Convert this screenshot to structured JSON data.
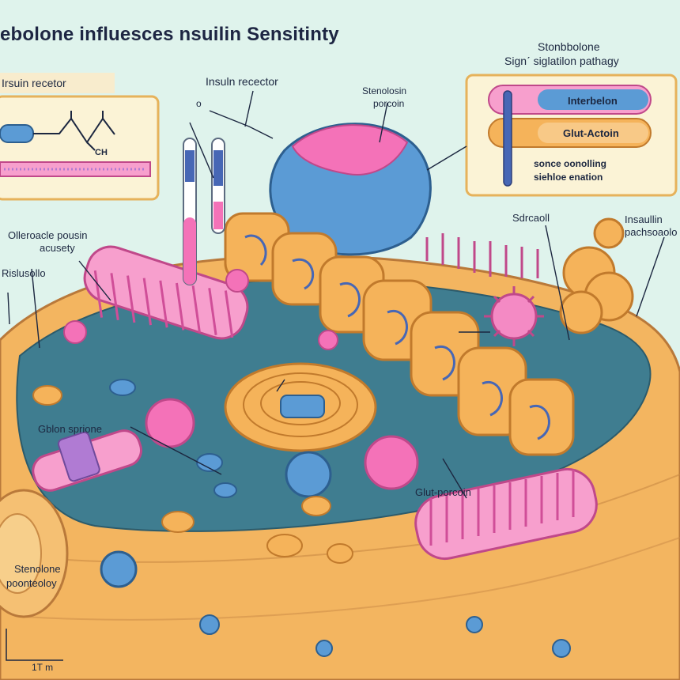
{
  "title": "ebolone influesces nsuilin Sensitinty",
  "left_panel": {
    "header": "Irsuin recetor",
    "molecule_atom": "CH"
  },
  "right_panel": {
    "heading_line1": "Stonbbolone",
    "heading_line2": "Signˊ siglatilon pathagy",
    "pill1": "Interbelon",
    "pill2": "Glut-Actoin",
    "caption_line1": "sonce oonolling",
    "caption_line2": "siehloe enation"
  },
  "labels": {
    "insulin_receptor": "Insuln recector",
    "zero_mark": "o",
    "stenolosin_line1": "Stenolosin",
    "stenolosin_line2": "porcoin",
    "olleroacle_line1": "Olleroacle pousin",
    "olleroacle_line2": "acusety",
    "rislusollo": "Rislusollo",
    "sdrcaoll": "Sdrcaoll",
    "insaulting_line1": "Insaullin",
    "insaulting_line2": "pachsoaolo",
    "gblon_sprione": "Gblon sprione",
    "glut_porcoin": "Glut-porcoin",
    "stenolone_line1": "Stenolone",
    "stenolone_line2": "poonteoloy",
    "scale_bar": "1T m"
  },
  "colors": {
    "cytoplasm": "#3f7d90",
    "cell_wall": "#f3b560",
    "organelle": "#f5b35a",
    "pink": "#f472b8",
    "blue_vesicle": "#5b9bd5",
    "ink": "#1c2740"
  }
}
